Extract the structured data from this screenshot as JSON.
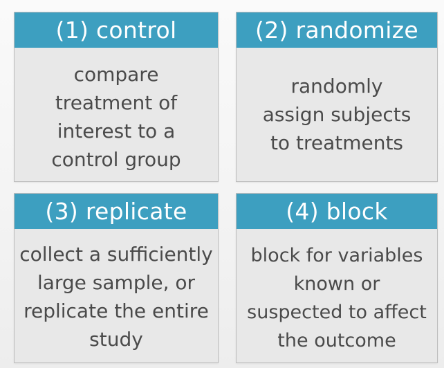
{
  "cards": [
    {
      "title": "(1) control",
      "lines": [
        "compare",
        "treatment of",
        "interest to a",
        "control group"
      ]
    },
    {
      "title": "(2) randomize",
      "lines": [
        "randomly",
        "assign subjects",
        "to treatments"
      ]
    },
    {
      "title": "(3) replicate",
      "lines": [
        "collect a sufficiently",
        "large sample, or",
        "replicate the entire",
        "study"
      ]
    },
    {
      "title": "(4) block",
      "lines": [
        "block for variables",
        "known or",
        "suspected to affect",
        "the outcome"
      ]
    }
  ],
  "colors": {
    "header_bg": "#3d9fc0",
    "header_text": "#ffffff",
    "card_bg": "#e8e8e8",
    "body_text": "#4a4a4a",
    "border": "#bdbdbd"
  }
}
